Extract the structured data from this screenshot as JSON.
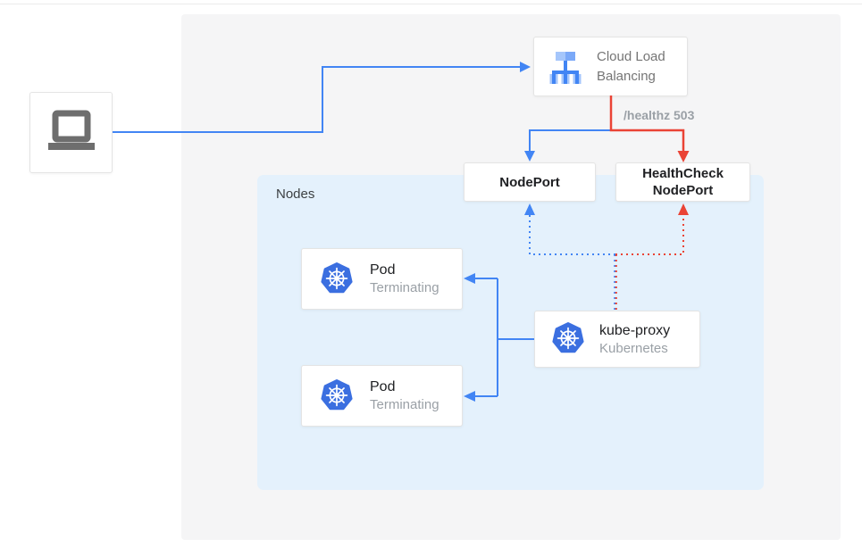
{
  "page": {
    "nodes_group_label": "Nodes",
    "healthz_label": "/healthz 503",
    "cloud_load_balancing": {
      "title": "Cloud Load Balancing"
    },
    "nodeport": {
      "title": "NodePort"
    },
    "healthcheck_nodeport": {
      "title": "HealthCheck NodePort"
    },
    "pods": [
      {
        "title": "Pod",
        "status": "Terminating"
      },
      {
        "title": "Pod",
        "status": "Terminating"
      }
    ],
    "kube_proxy": {
      "title": "kube-proxy",
      "subtitle": "Kubernetes"
    },
    "colors": {
      "blue": "#4285F4",
      "red": "#EA4335",
      "kubernetes_blue": "#3B6FE0",
      "clb_light_blue": "#A5C6FB",
      "clb_mid_blue": "#7BA9F8",
      "nodes_bg": "#E4F1FC",
      "canvas_bg": "#F5F5F6",
      "laptop_gray": "#6E6E6E",
      "gray_text": "#757575",
      "muted_text": "#9AA0A6",
      "dark_text": "#202124"
    }
  }
}
